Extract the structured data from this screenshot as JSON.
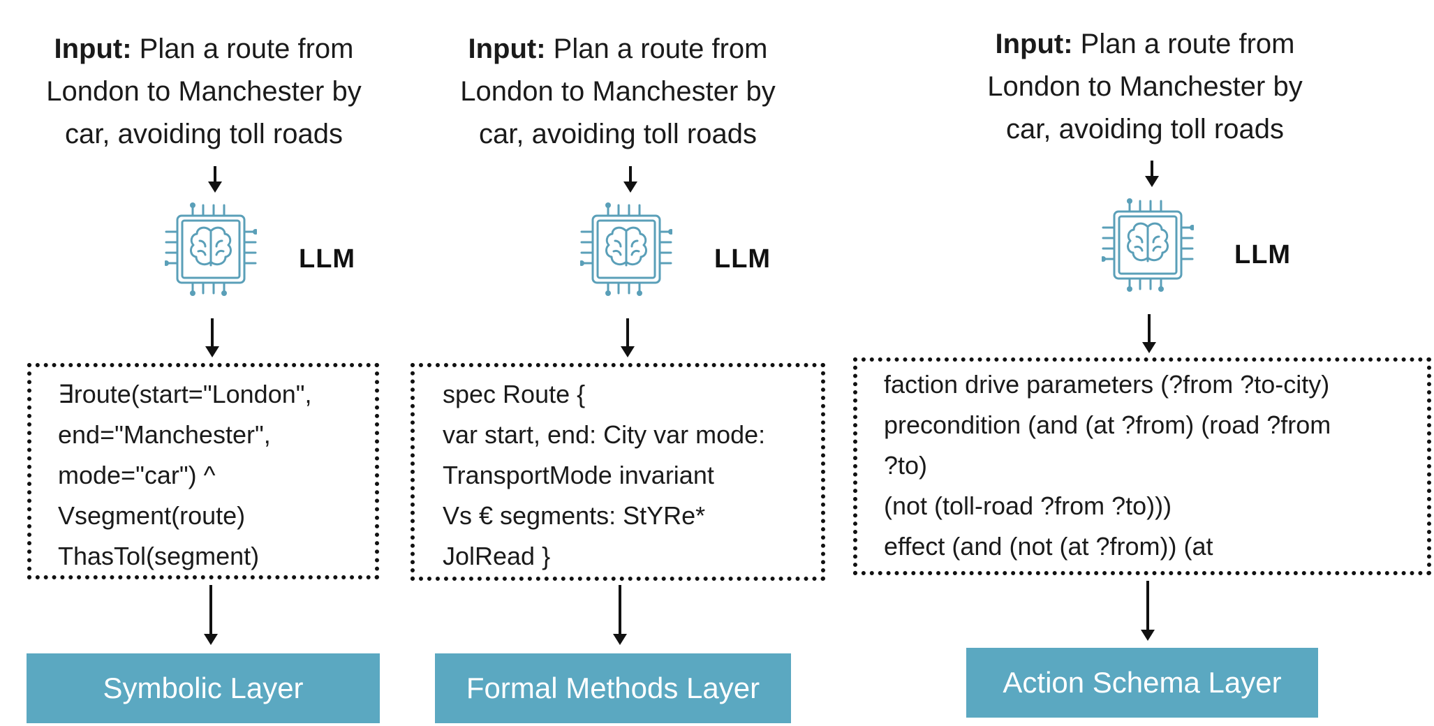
{
  "colors": {
    "accent": "#5ba8c1",
    "icon": "#5a9fb8",
    "text": "#111111"
  },
  "columns": [
    {
      "input_bold": "Input:",
      "input_lines": [
        "Plan a route from",
        "London to Manchester by",
        "car, avoiding toll roads"
      ],
      "icon": "chip-brain-icon",
      "llm_label": "LLM",
      "code_lines": [
        "∃route(start=\"London\",",
        "end=\"Manchester\",",
        "mode=\"car\") ^",
        "Vsegment(route)",
        "ThasTol(segment)"
      ],
      "layer_label": "Symbolic Layer"
    },
    {
      "input_bold": "Input:",
      "input_lines": [
        "Plan a route from",
        "London to Manchester by",
        "car, avoiding toll roads"
      ],
      "icon": "chip-brain-icon",
      "llm_label": "LLM",
      "code_lines": [
        "spec Route {",
        "var start, end: City var mode:",
        "TransportMode invariant",
        "Vs € segments: StYRe*",
        "JolRead }"
      ],
      "layer_label": "Formal Methods Layer"
    },
    {
      "input_bold": "Input:",
      "input_lines": [
        "Plan a route from",
        "London to Manchester by",
        "car, avoiding toll roads"
      ],
      "icon": "chip-brain-icon",
      "llm_label": "LLM",
      "code_lines": [
        "faction drive parameters (?from ?to-city)",
        "precondition (and (at ?from) (road ?from",
        "?to)",
        "(not (toll-road ?from ?to)))",
        "effect (and (not (at ?from)) (at"
      ],
      "layer_label": "Action Schema Layer"
    }
  ]
}
